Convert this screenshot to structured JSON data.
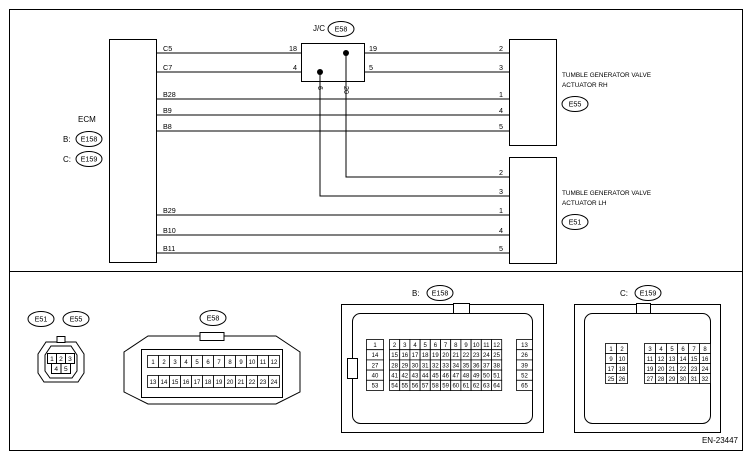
{
  "diagram_id": "EN-23447",
  "ecm": {
    "title": "ECM",
    "conn_b_prefix": "B:",
    "conn_b": "E158",
    "conn_c_prefix": "C:",
    "conn_c": "E159"
  },
  "jc": {
    "title": "J/C",
    "connector": "E58"
  },
  "rh": {
    "line1": "TUMBLE GENERATOR VALVE",
    "line2": "ACTUATOR RH",
    "connector": "E55"
  },
  "lh": {
    "line1": "TUMBLE GENERATOR VALVE",
    "line2": "ACTUATOR LH",
    "connector": "E51"
  },
  "wires": [
    {
      "ecm_pin": "C5",
      "jc_in": "18",
      "jc_out": "19",
      "dest_pin": "2"
    },
    {
      "ecm_pin": "C7",
      "jc_in": "4",
      "jc_out": "5",
      "dest_pin": "3"
    },
    {
      "ecm_pin": "B28",
      "dest_pin": "1"
    },
    {
      "ecm_pin": "B9",
      "dest_pin": "4"
    },
    {
      "ecm_pin": "B8",
      "dest_pin": "5"
    },
    {
      "jc_branch": "20",
      "dest_pin": "2"
    },
    {
      "jc_branch": "6",
      "dest_pin": "3"
    },
    {
      "ecm_pin": "B29",
      "dest_pin": "1"
    },
    {
      "ecm_pin": "B10",
      "dest_pin": "4"
    },
    {
      "ecm_pin": "B11",
      "dest_pin": "5"
    }
  ],
  "views": {
    "small": {
      "labels": [
        "E51",
        "E55"
      ],
      "rows": [
        [
          "1",
          "2",
          "3"
        ],
        [
          "4",
          "5"
        ]
      ]
    },
    "e58": {
      "label": "E58",
      "rows": [
        [
          "1",
          "2",
          "3",
          "4",
          "5",
          "6",
          "7",
          "8",
          "9",
          "10",
          "11",
          "12"
        ],
        [
          "13",
          "14",
          "15",
          "16",
          "17",
          "18",
          "19",
          "20",
          "21",
          "22",
          "23",
          "24"
        ]
      ]
    },
    "e158": {
      "prefix": "B:",
      "label": "E158",
      "left": [
        "1",
        "14",
        "27",
        "40",
        "53"
      ],
      "grid": [
        [
          "2",
          "3",
          "4",
          "5",
          "6",
          "7",
          "8",
          "9",
          "10",
          "11",
          "12"
        ],
        [
          "15",
          "16",
          "17",
          "18",
          "19",
          "20",
          "21",
          "22",
          "23",
          "24",
          "25"
        ],
        [
          "28",
          "29",
          "30",
          "31",
          "32",
          "33",
          "34",
          "35",
          "36",
          "37",
          "38"
        ],
        [
          "41",
          "42",
          "43",
          "44",
          "45",
          "46",
          "47",
          "48",
          "49",
          "50",
          "51"
        ],
        [
          "54",
          "55",
          "56",
          "57",
          "58",
          "59",
          "60",
          "61",
          "62",
          "63",
          "64"
        ]
      ],
      "right": [
        "13",
        "26",
        "39",
        "52",
        "65"
      ]
    },
    "e159": {
      "prefix": "C:",
      "label": "E159",
      "left": [
        [
          "1",
          "2"
        ],
        [
          "9",
          "10"
        ],
        [
          "17",
          "18"
        ],
        [
          "25",
          "26"
        ]
      ],
      "right": [
        [
          "3",
          "4",
          "5",
          "6",
          "7",
          "8"
        ],
        [
          "11",
          "12",
          "13",
          "14",
          "15",
          "16"
        ],
        [
          "19",
          "20",
          "21",
          "22",
          "23",
          "24"
        ],
        [
          "27",
          "28",
          "29",
          "30",
          "31",
          "32"
        ]
      ]
    }
  }
}
